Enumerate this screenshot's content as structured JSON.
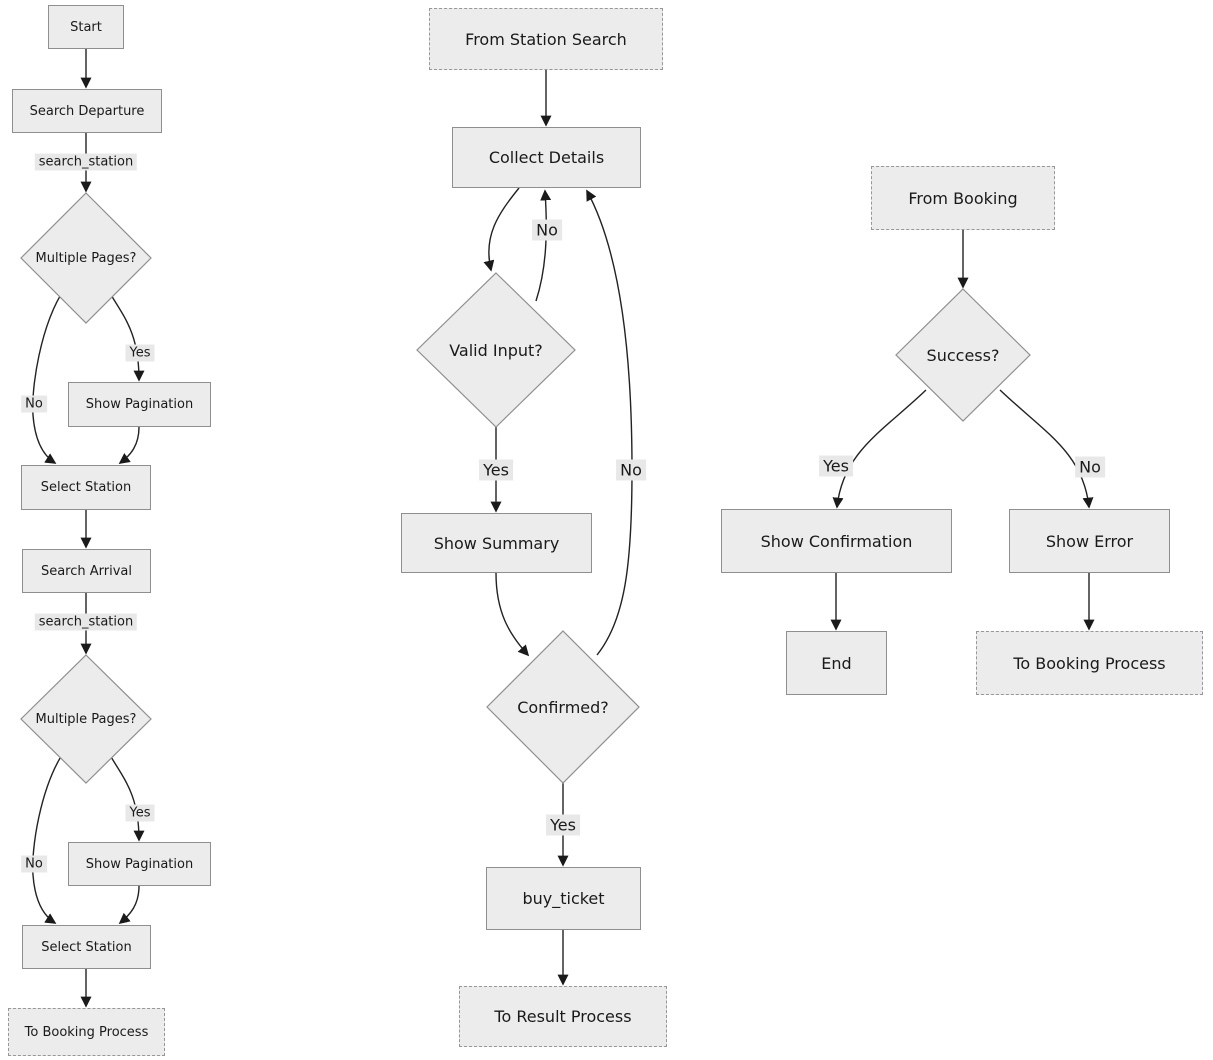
{
  "colors": {
    "node_fill": "#ececec",
    "node_border": "#8f8f8f",
    "edge": "#222222",
    "edge_label_bg": "#e8e8e8",
    "text": "#1a1a1a",
    "background": "#ffffff"
  },
  "flows": {
    "station_search": {
      "start": "Start",
      "search_departure": "Search Departure",
      "trigger1": "search_station",
      "multiple_pages1": "Multiple Pages?",
      "yes1": "Yes",
      "no1": "No",
      "show_pagination1": "Show Pagination",
      "select_station1": "Select Station",
      "search_arrival": "Search Arrival",
      "trigger2": "search_station",
      "multiple_pages2": "Multiple Pages?",
      "yes2": "Yes",
      "no2": "No",
      "show_pagination2": "Show Pagination",
      "select_station2": "Select Station",
      "to_booking": "To Booking Process"
    },
    "booking": {
      "from_station_search": "From Station Search",
      "collect_details": "Collect Details",
      "valid_input": "Valid Input?",
      "invalid_no": "No",
      "valid_yes": "Yes",
      "show_summary": "Show Summary",
      "confirmed": "Confirmed?",
      "confirm_no": "No",
      "confirm_yes": "Yes",
      "buy_ticket": "buy_ticket",
      "to_result": "To Result Process"
    },
    "result": {
      "from_booking": "From Booking",
      "success": "Success?",
      "yes": "Yes",
      "no": "No",
      "show_confirmation": "Show Confirmation",
      "show_error": "Show Error",
      "end": "End",
      "to_booking": "To Booking Process"
    }
  }
}
